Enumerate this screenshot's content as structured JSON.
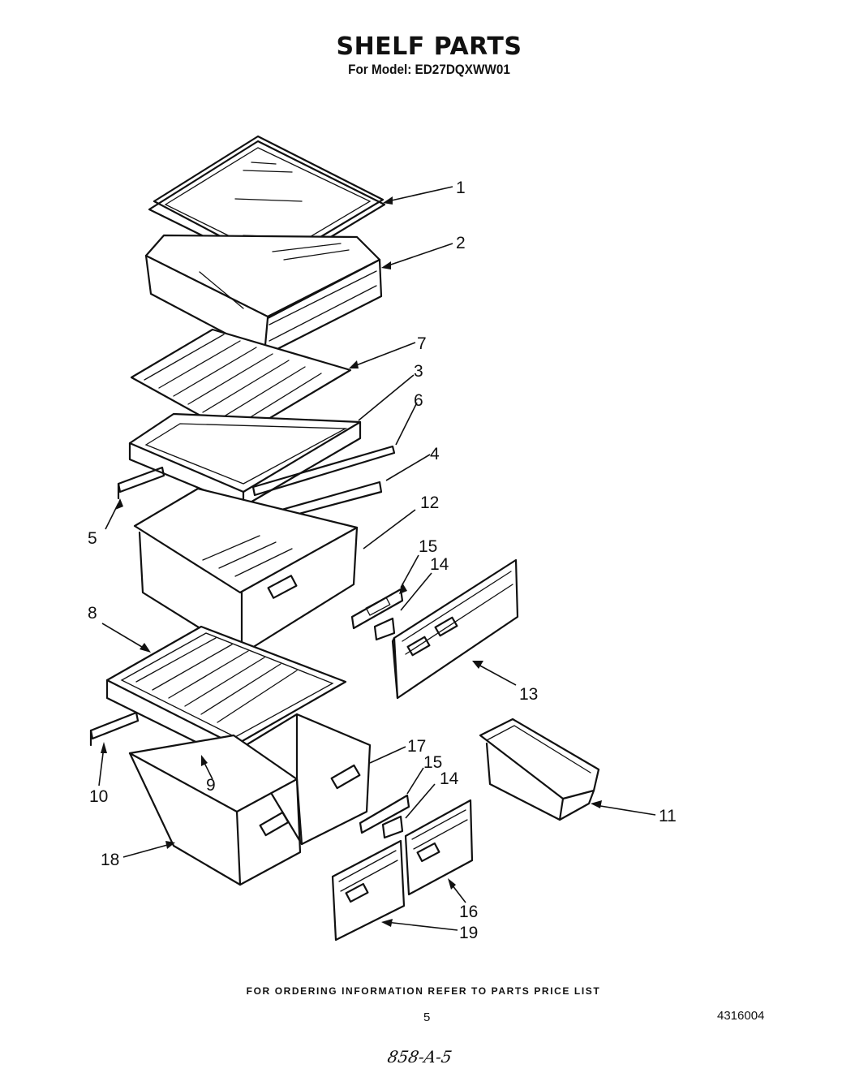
{
  "header": {
    "title": "SHELF PARTS",
    "subtitle": "For Model: ED27DQXWW01"
  },
  "callouts": [
    "1",
    "2",
    "7",
    "3",
    "6",
    "4",
    "5",
    "12",
    "15",
    "14",
    "8",
    "13",
    "17",
    "15",
    "14",
    "10",
    "9",
    "11",
    "18",
    "16",
    "19"
  ],
  "footer": {
    "ordering_note": "FOR ORDERING INFORMATION REFER TO PARTS PRICE LIST",
    "page_number": "5",
    "document_number": "4316004",
    "handwritten_note": "858-A-5"
  }
}
